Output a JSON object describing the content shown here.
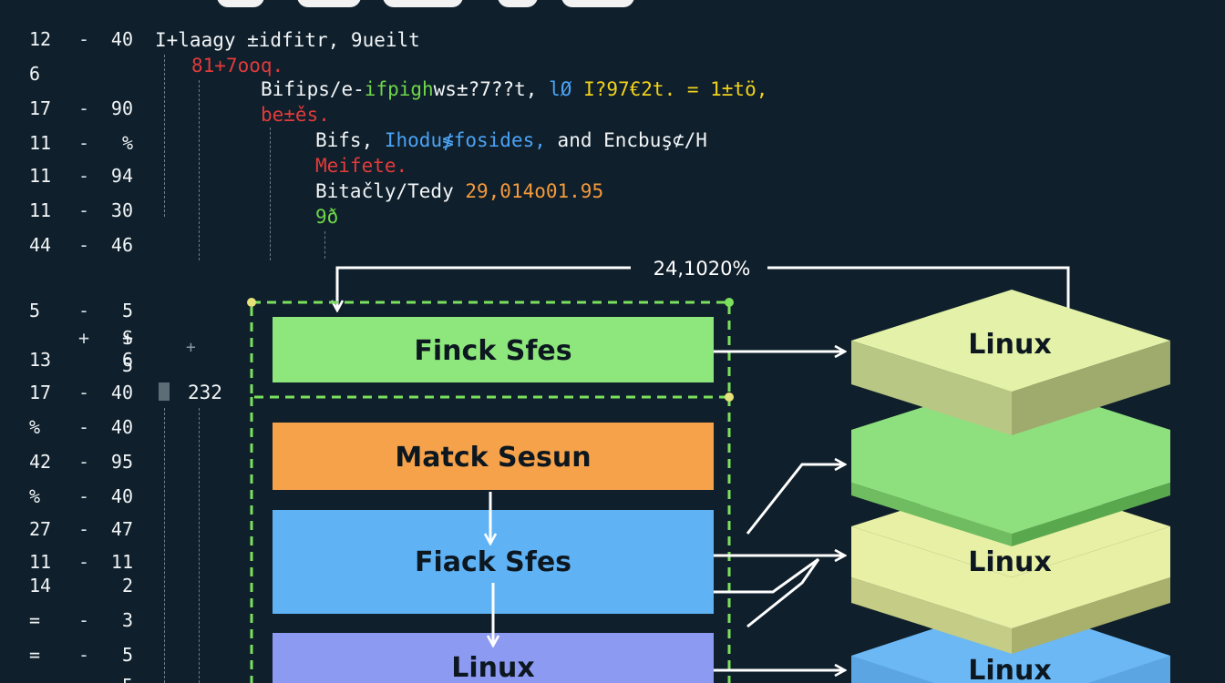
{
  "gutter": {
    "rows": [
      {
        "a": "12",
        "dash": "-",
        "b": "40"
      },
      {
        "a": "6",
        "dash": "",
        "b": ""
      },
      {
        "a": "17",
        "dash": "-",
        "b": "90"
      },
      {
        "a": "11",
        "dash": "-",
        "b": "%"
      },
      {
        "a": "11",
        "dash": "-",
        "b": "94"
      },
      {
        "a": "11",
        "dash": "-",
        "b": "30"
      },
      {
        "a": "44",
        "dash": "-",
        "b": "46"
      },
      {
        "a": "5",
        "dash": "-",
        "b": "5 S"
      },
      {
        "a": "",
        "dash": "+",
        "b": "+ 5"
      },
      {
        "a": "13",
        "dash": "",
        "b": "6"
      },
      {
        "a": "17",
        "dash": "-",
        "b": "40"
      },
      {
        "a": "%",
        "dash": "-",
        "b": "40"
      },
      {
        "a": "42",
        "dash": "-",
        "b": "95"
      },
      {
        "a": "%",
        "dash": "-",
        "b": "40"
      },
      {
        "a": "27",
        "dash": "-",
        "b": "47"
      },
      {
        "a": "11",
        "dash": "-",
        "b": "11"
      },
      {
        "a": "14",
        "dash": "",
        "b": "2"
      },
      {
        "a": "=",
        "dash": "-",
        "b": "3"
      },
      {
        "a": "=",
        "dash": "-",
        "b": "5"
      },
      {
        "a": "",
        "dash": "",
        "b": "5"
      }
    ]
  },
  "code": {
    "line1": "I+laagy ±idfitr, 9ueilt",
    "line2": "81+7ooq.",
    "line3_a": "Bifips/e-",
    "line3_b": "ifpigh",
    "line3_c": "ws±?7??t,",
    "line3_d": "lØ",
    "line3_e": "I?97€2t. = 1±tö,",
    "line4": "be±ěs.",
    "line5_a": "Bifs,",
    "line5_b": "Ihodu≸fosides,",
    "line5_c": "and Encbuş⊄/H",
    "line6": "Meifete.",
    "line7_a": "Bitačly/Tedy",
    "line7_b": "29,014o01.95",
    "line8": "9ð",
    "marker_plus": "+",
    "marker_value": "232"
  },
  "diagram": {
    "percent_label": "24,1020%",
    "left_boxes": [
      {
        "label": "Finck Sfes",
        "color": "#8de77c"
      },
      {
        "label": "Matck Sesun",
        "color": "#f5a24a"
      },
      {
        "label": "Fiack Sfes",
        "color": "#5fb3f5"
      },
      {
        "label": "Linux",
        "color": "#8d9af2"
      }
    ],
    "layers": [
      {
        "label": "Linux",
        "top": "#e3f2a8",
        "side": "#b9c784"
      },
      {
        "label": "",
        "top": "#8ee07e",
        "side": "#6fbd60"
      },
      {
        "label": "Linux",
        "top": "#e8f0a6",
        "side": "#c4cc86"
      },
      {
        "label": "Linux",
        "top": "#6bb8f5",
        "side": "#4e96d4"
      }
    ],
    "colors": {
      "dashed_frame": "#7be05c",
      "arrow": "#ffffff",
      "code_red": "#e23b3b",
      "code_yellow": "#f2d21a",
      "code_green": "#6fd64a",
      "code_blue": "#4ba3f5",
      "code_orange": "#f59a3a"
    }
  }
}
